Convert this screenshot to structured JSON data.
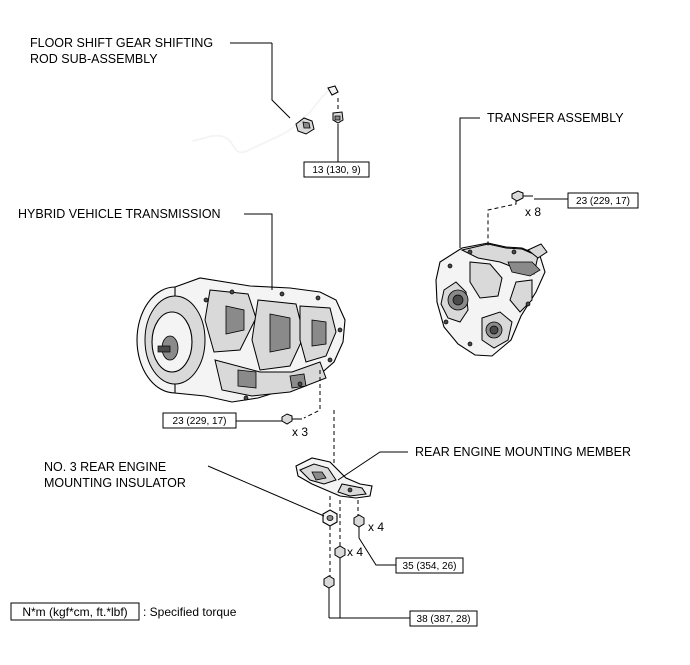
{
  "labels": {
    "floor_shift_line1": "FLOOR SHIFT GEAR SHIFTING",
    "floor_shift_line2": "ROD SUB-ASSEMBLY",
    "transfer": "TRANSFER ASSEMBLY",
    "hybrid": "HYBRID VEHICLE TRANSMISSION",
    "insulator_line1": "NO. 3 REAR ENGINE",
    "insulator_line2": "MOUNTING INSULATOR",
    "member": "REAR ENGINE MOUNTING MEMBER"
  },
  "torques": {
    "shift_rod": "13 (130, 9)",
    "transfer": "23 (229, 17)",
    "transmission": "23 (229, 17)",
    "member_bolt": "35 (354, 26)",
    "insulator_bolt": "38 (387, 28)"
  },
  "quantities": {
    "transfer": "x 8",
    "transmission": "x 3",
    "member_bolt": "x 4",
    "insulator_nut": "x 4"
  },
  "legend": {
    "box": "N*m (kgf*cm, ft.*lbf)",
    "text": ": Specified torque"
  }
}
